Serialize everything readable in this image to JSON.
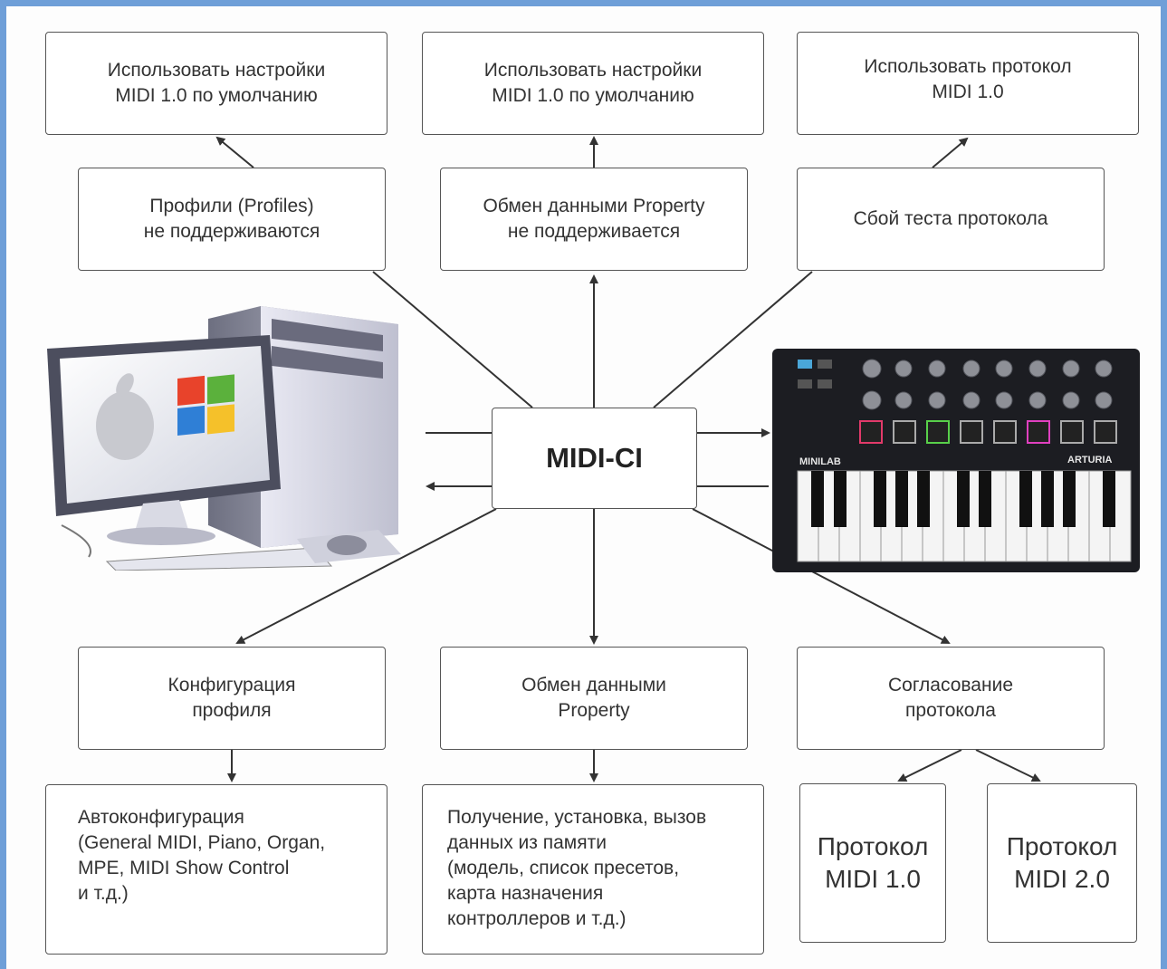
{
  "top_row": [
    "Использовать настройки\nMIDI 1.0 по умолчанию",
    "Использовать настройки\nMIDI 1.0 по умолчанию",
    "Использовать протокол\nMIDI 1.0"
  ],
  "mid_row": [
    "Профили (Profiles)\nне поддерживаются",
    "Обмен данными Property\nне поддерживается",
    "Сбой теста протокола"
  ],
  "center": "MIDI-CI",
  "bottom_row": [
    "Конфигурация\nпрофиля",
    "Обмен данными\nProperty",
    "Согласование\nпротокола"
  ],
  "detail_row": [
    "Автоконфигурация\n(General MIDI, Piano, Organ,\nMPE, MIDI Show Control\nи т.д.)",
    "Получение, установка, вызов\nданных из памяти\n(модель, список пресетов,\nкарта назначения\nконтроллеров и т.д.)"
  ],
  "protocols": [
    "Протокол\nMIDI 1.0",
    "Протокол\nMIDI 2.0"
  ],
  "keyboard": {
    "model": "MINILAB",
    "brand": "ARTURIA"
  },
  "colors": {
    "frame": "#6f9fd8",
    "box_border": "#555555",
    "arrow": "#333333"
  },
  "icons": {
    "computer": "desktop-computer-illustration",
    "keyboard": "midi-keyboard-controller"
  }
}
